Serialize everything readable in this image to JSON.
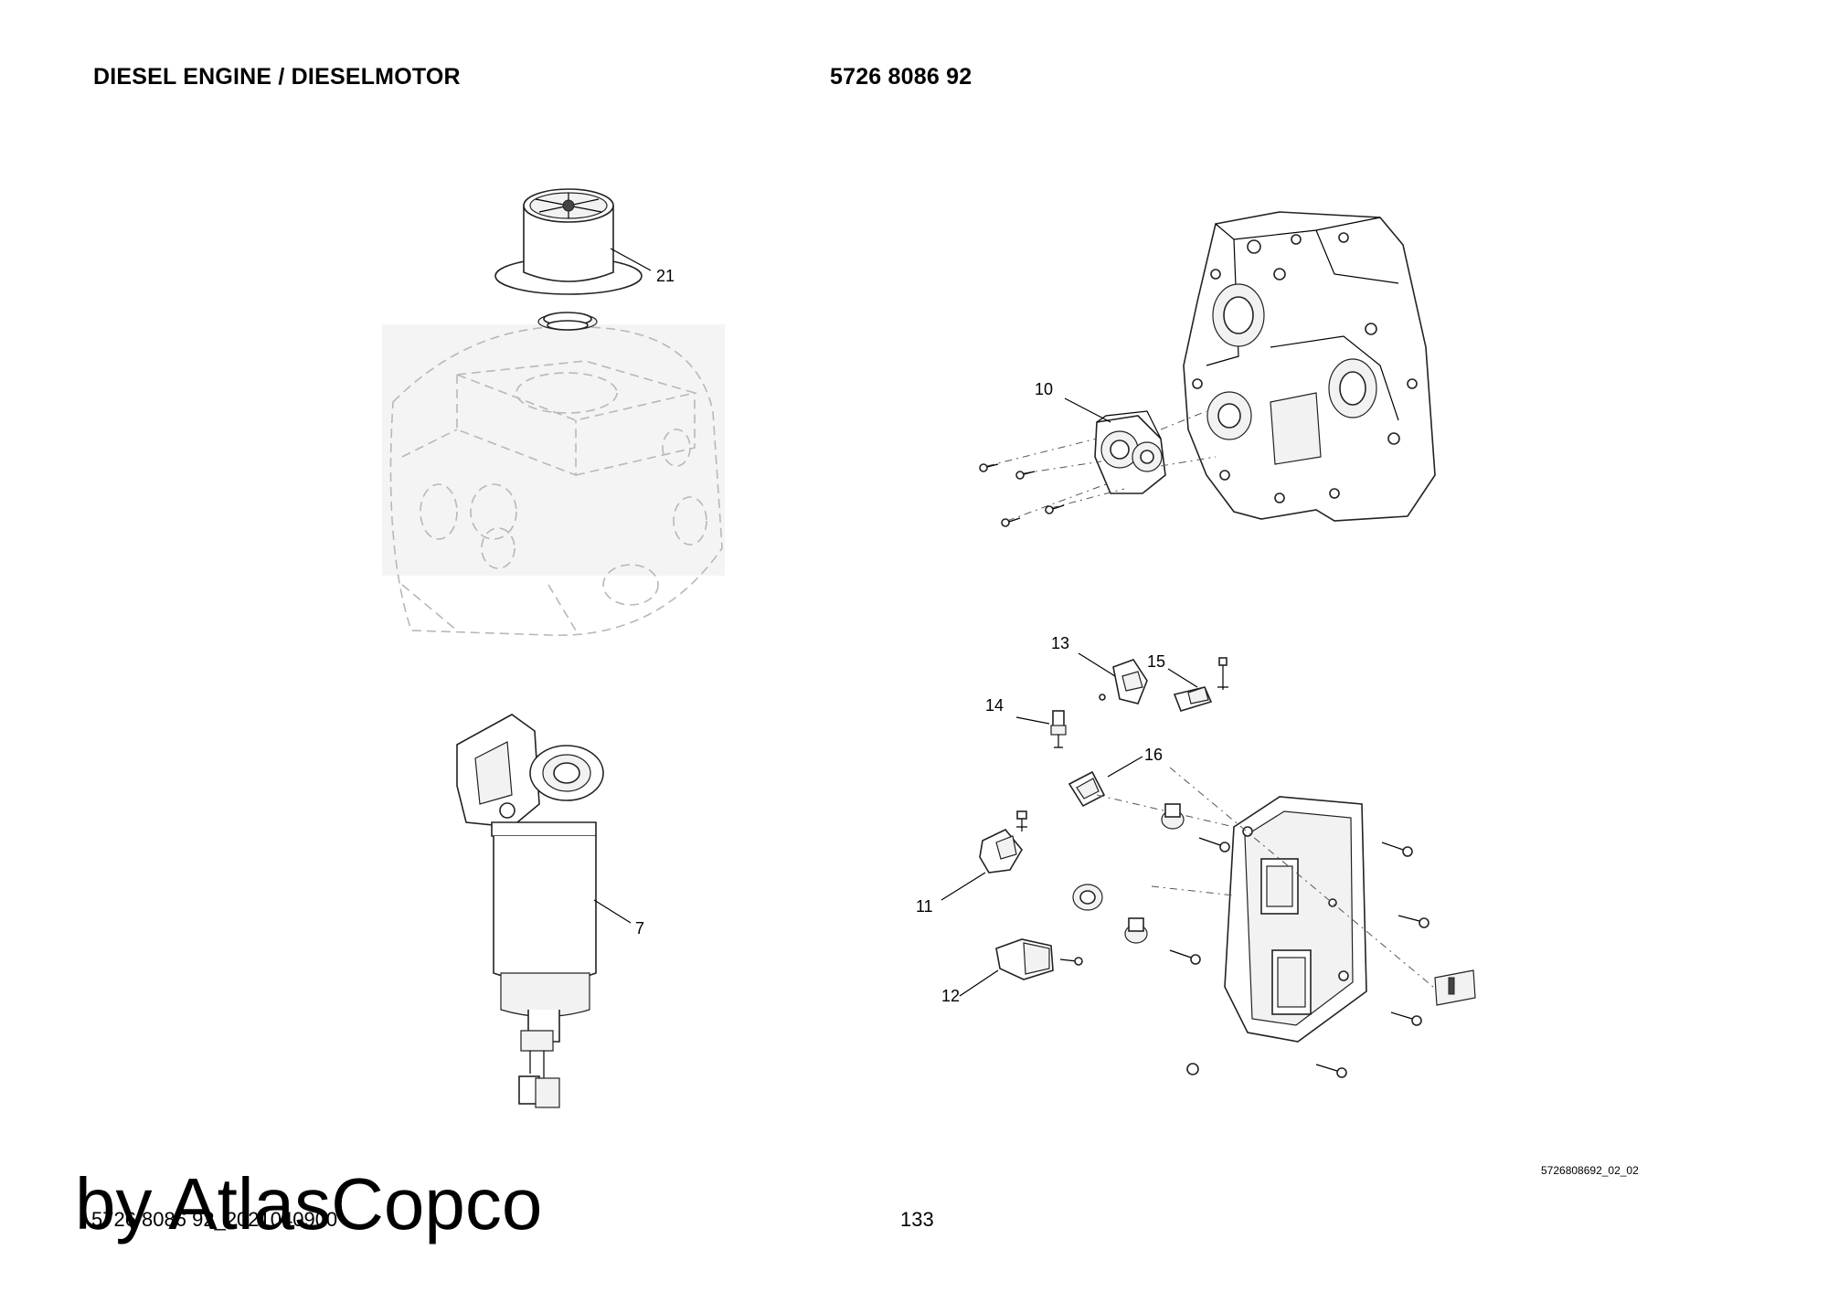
{
  "header": {
    "title": "DIESEL ENGINE / DIESELMOTOR",
    "document_number": "5726 8086 92"
  },
  "callouts": {
    "p21": "21",
    "p10": "10",
    "p7": "7",
    "p13": "13",
    "p15": "15",
    "p14": "14",
    "p16": "16",
    "p11": "11",
    "p12": "12"
  },
  "sheet_reference": "5726808692_02_02",
  "footer": {
    "file_code": "5726 8086 92_2021040900",
    "page_number": "133"
  },
  "watermark": "by AtlasCopco"
}
